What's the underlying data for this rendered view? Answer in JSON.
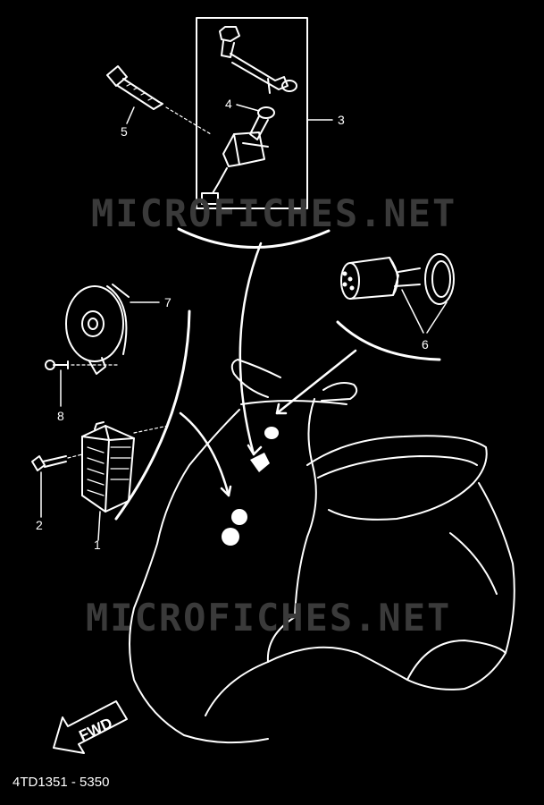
{
  "watermark": "MICROFICHES.NET",
  "diagram_code": "4TD1351 - 5350",
  "fwd_label": "FWD",
  "callouts": {
    "c1": "1",
    "c2": "2",
    "c3": "3",
    "c4": "4",
    "c5": "5",
    "c6": "6",
    "c7": "7",
    "c8": "8"
  },
  "colors": {
    "background": "#000000",
    "line": "#ffffff",
    "watermark": "#3a3a3a"
  }
}
